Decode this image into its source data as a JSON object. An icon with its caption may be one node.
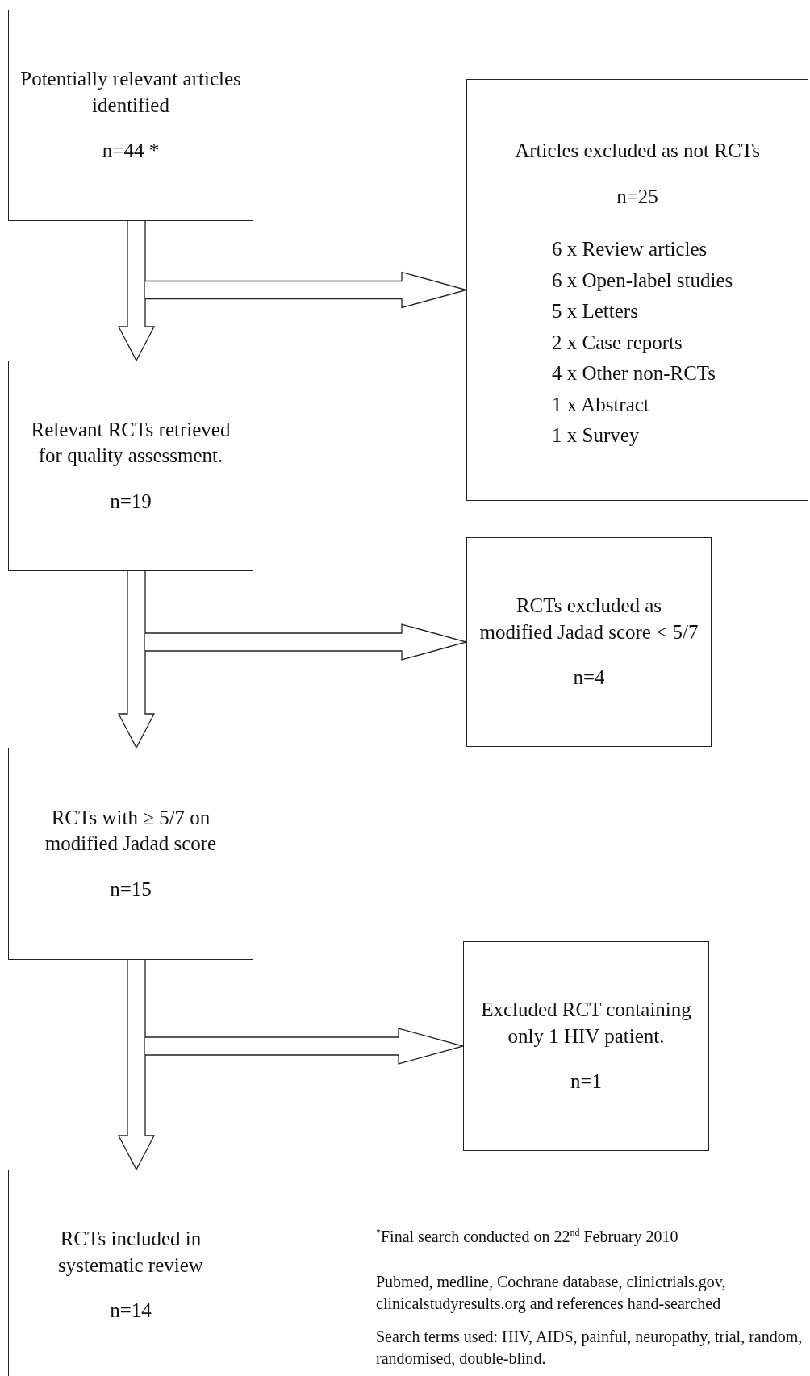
{
  "diagram": {
    "nodes": [
      {
        "text": [
          "Potentially relevant articles identified",
          "n=44 *"
        ]
      },
      {
        "text": [
          "Articles excluded as not RCTs",
          "n=25",
          "6 x Review articles",
          "6 x Open-label studies",
          "5 x Letters",
          "2 x Case reports",
          "4 x Other non-RCTs",
          "1 x Abstract",
          "1 x Survey"
        ]
      },
      {
        "text": [
          "Relevant RCTs retrieved for quality assessment.",
          "n=19"
        ]
      },
      {
        "text": [
          "RCTs excluded as modified Jadad score < 5/7",
          "n=4"
        ]
      },
      {
        "text": [
          "RCTs with ≥ 5/7 on modified Jadad score",
          "n=15"
        ]
      },
      {
        "text": [
          "Excluded RCT containing only 1 HIV patient.",
          "n=1"
        ]
      },
      {
        "text": [
          "RCTs included in systematic review",
          "n=14"
        ]
      }
    ],
    "edges": [
      {
        "from": 0,
        "to": 2,
        "arrow": "to"
      },
      {
        "from": 0,
        "to": 1,
        "arrow": "to"
      },
      {
        "from": 2,
        "to": 4,
        "arrow": "to"
      },
      {
        "from": 2,
        "to": 3,
        "arrow": "to"
      },
      {
        "from": 4,
        "to": 6,
        "arrow": "to"
      },
      {
        "from": 4,
        "to": 5,
        "arrow": "to"
      }
    ],
    "labels": [
      "$^{*}$Final search conducted on 22$^{nd}$ February 2010",
      "Pubmed, medline, Cochrane database, clinictrials.gov, clinicalstudyresults.org and references hand-searched",
      "Search terms used: HIV, AIDS, painful, neuropathy, trial, random, randomised, double-blind."
    ]
  }
}
